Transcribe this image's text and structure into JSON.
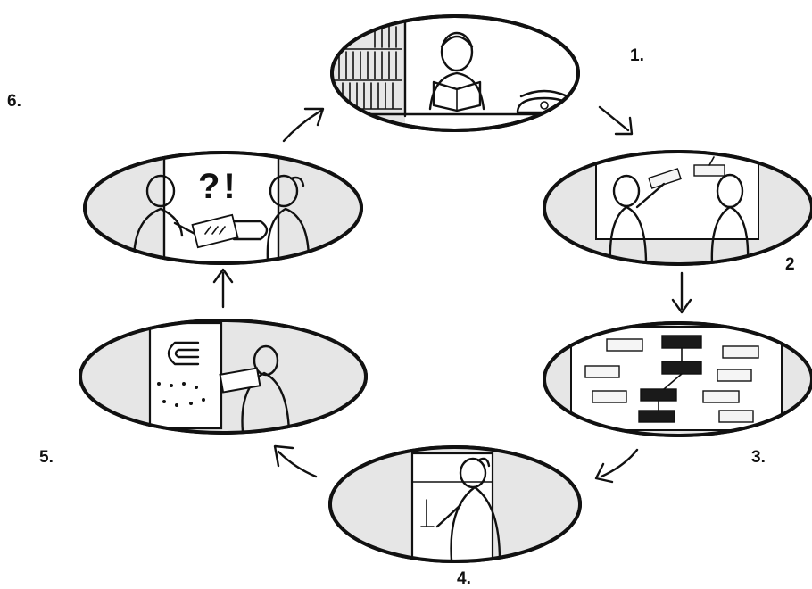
{
  "steps": [
    {
      "number": "1."
    },
    {
      "number": "2"
    },
    {
      "number": "3."
    },
    {
      "number": "4."
    },
    {
      "number": "5."
    },
    {
      "number": "6."
    }
  ],
  "symbols": {
    "puzzle": "?!"
  },
  "colors": {
    "ink": "#111111",
    "background": "#ffffff",
    "panel_fill": "#e6e6e6"
  }
}
